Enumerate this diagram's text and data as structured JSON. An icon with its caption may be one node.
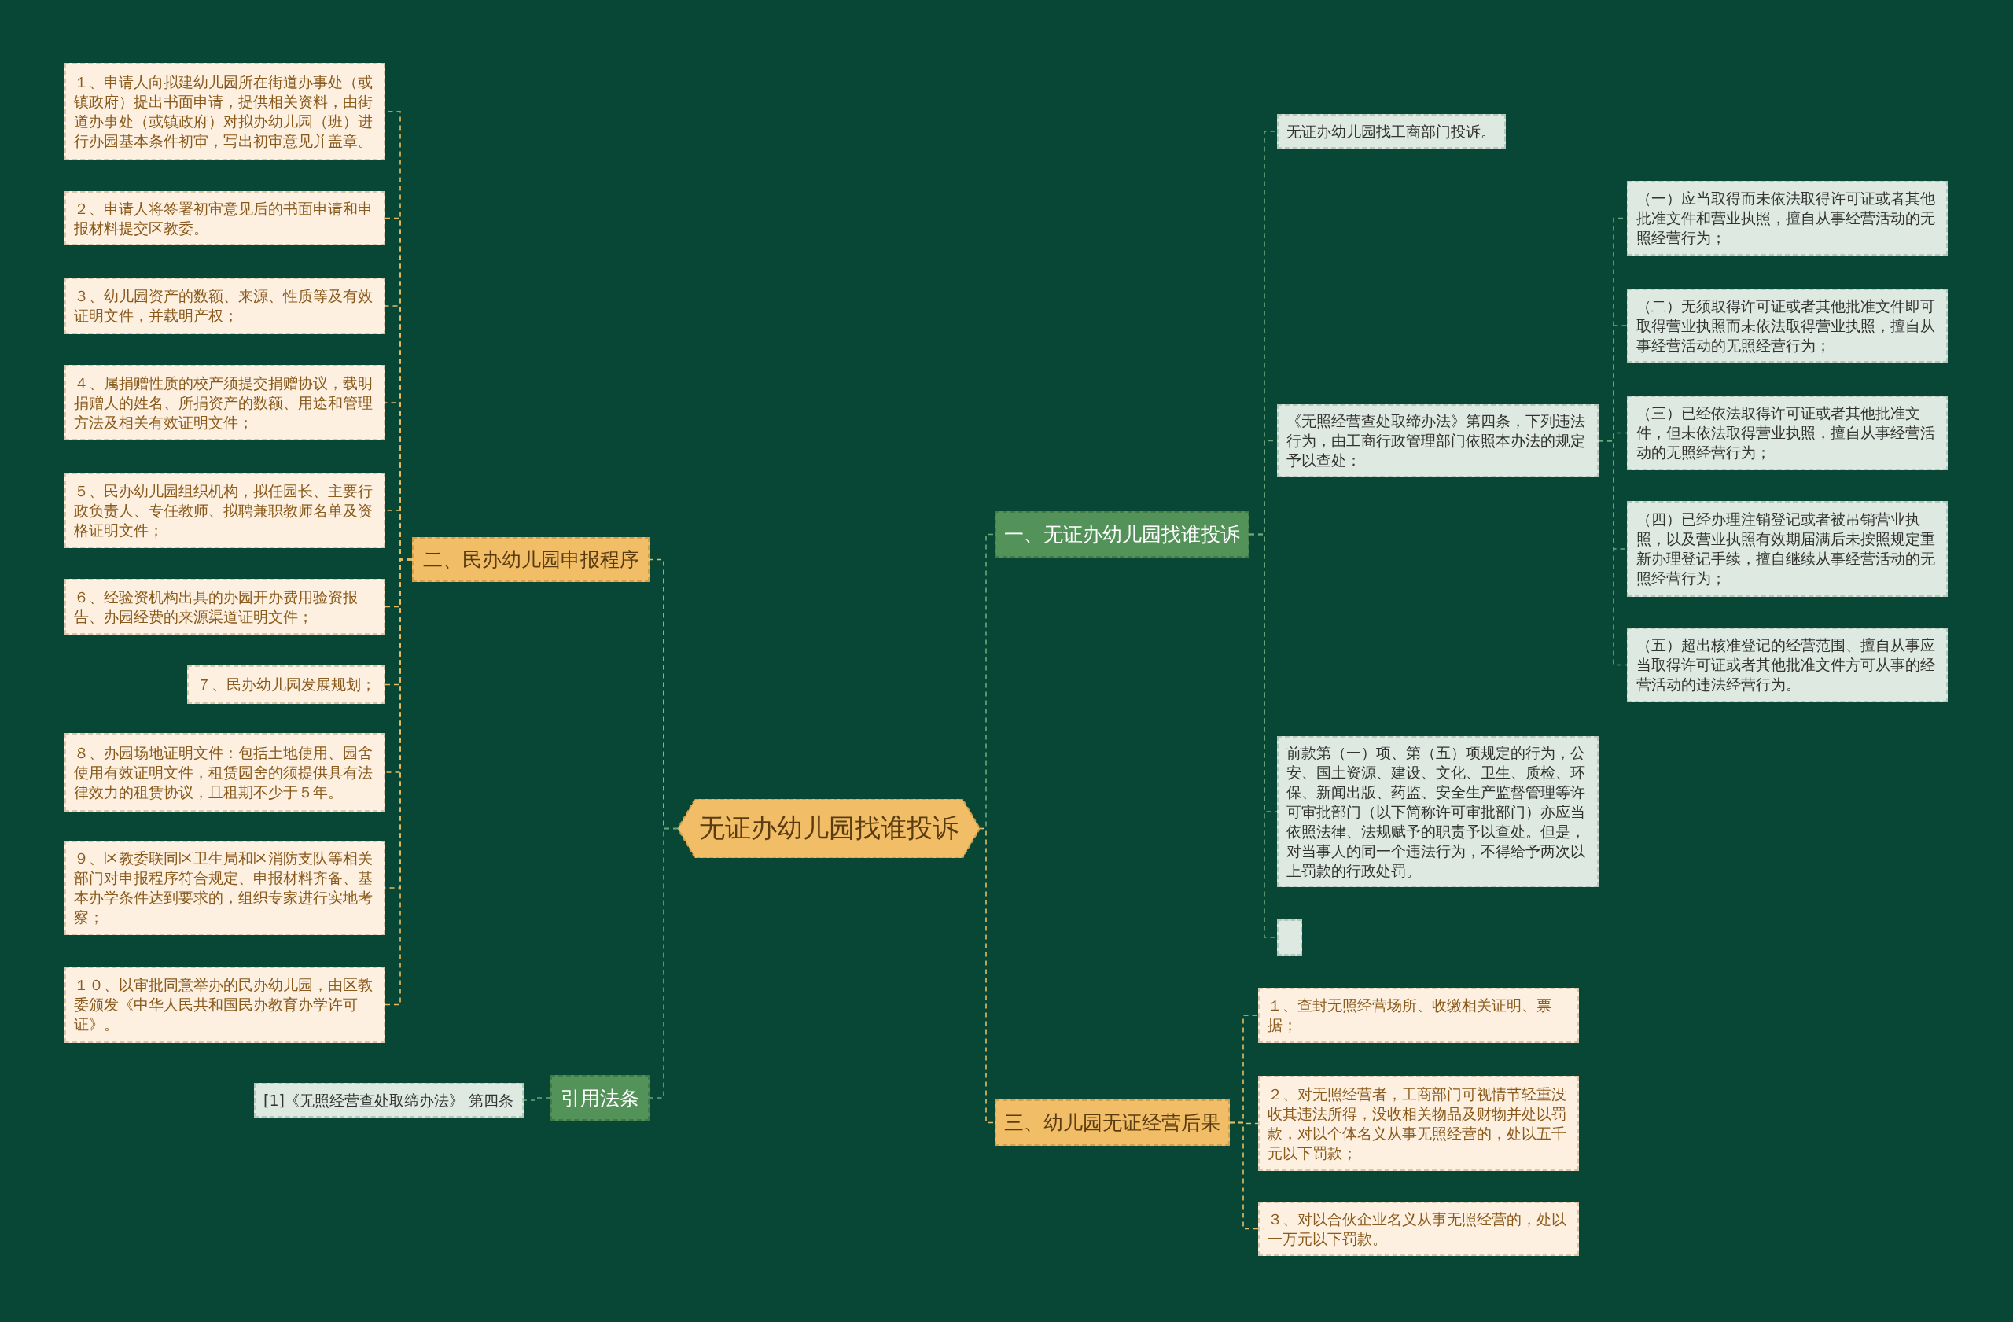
{
  "diagram": {
    "nodes": [
      {
        "text": [
          "无证办幼儿园找谁投诉"
        ]
      },
      {
        "text": [
          "一、无证办幼儿园找谁投诉"
        ]
      },
      {
        "text": [
          "无证办幼儿园找工商部门投诉。"
        ]
      },
      {
        "text": [
          "《无照经营查处取缔办法》第四条，下列违法行为，由工商行政管理部门依照本办法的规定予以查处："
        ]
      },
      {
        "text": [
          "（一）应当取得而未依法取得许可证或者其他批准文件和营业执照，擅自从事经营活动的无照经营行为；"
        ]
      },
      {
        "text": [
          "（二）无须取得许可证或者其他批准文件即可取得营业执照而未依法取得营业执照，擅自从事经营活动的无照经营行为；"
        ]
      },
      {
        "text": [
          "（三）已经依法取得许可证或者其他批准文件，但未依法取得营业执照，擅自从事经营活动的无照经营行为；"
        ]
      },
      {
        "text": [
          "（四）已经办理注销登记或者被吊销营业执照，以及营业执照有效期届满后未按照规定重新办理登记手续，擅自继续从事经营活动的无照经营行为；"
        ]
      },
      {
        "text": [
          "（五）超出核准登记的经营范围、擅自从事应当取得许可证或者其他批准文件方可从事的经营活动的违法经营行为。"
        ]
      },
      {
        "text": [
          "前款第（一）项、第（五）项规定的行为，公安、国土资源、建设、文化、卫生、质检、环保、新闻出版、药监、安全生产监督管理等许可审批部门（以下简称许可审批部门）亦应当依照法律、法规赋予的职责予以查处。但是，对当事人的同一个违法行为，不得给予两次以上罚款的行政处罚。"
        ]
      },
      {
        "text": [],
        "shape": "box"
      },
      {
        "text": [
          "二、民办幼儿园申报程序"
        ]
      },
      {
        "text": [
          "１、申请人向拟建幼儿园所在街道办事处（或镇政府）提出书面申请，提供相关资料，由街道办事处（或镇政府）对拟办幼儿园（班）进行办园基本条件初审，写出初审意见并盖章。"
        ]
      },
      {
        "text": [
          "２、申请人将签署初审意见后的书面申请和申报材料提交区教委。"
        ]
      },
      {
        "text": [
          "３、幼儿园资产的数额、来源、性质等及有效证明文件，并载明产权；"
        ]
      },
      {
        "text": [
          "４、属捐赠性质的校产须提交捐赠协议，载明捐赠人的姓名、所捐资产的数额、用途和管理方法及相关有效证明文件；"
        ]
      },
      {
        "text": [
          "５、民办幼儿园组织机构，拟任园长、主要行政负责人、专任教师、拟聘兼职教师名单及资格证明文件；"
        ]
      },
      {
        "text": [
          "６、经验资机构出具的办园开办费用验资报告、办园经费的来源渠道证明文件；"
        ]
      },
      {
        "text": [
          "７、民办幼儿园发展规划；"
        ]
      },
      {
        "text": [
          "８、办园场地证明文件：包括土地使用、园舍使用有效证明文件，租赁园舍的须提供具有法律效力的租赁协议，且租期不少于５年。"
        ]
      },
      {
        "text": [
          "９、区教委联同区卫生局和区消防支队等相关部门对申报程序符合规定、申报材料齐备、基本办学条件达到要求的，组织专家进行实地考察；"
        ]
      },
      {
        "text": [
          "１０、以审批同意举办的民办幼儿园，由区教委颁发《中华人民共和国民办教育办学许可证》。"
        ]
      },
      {
        "text": [
          "引用法条"
        ]
      },
      {
        "text": [
          "[1]《无照经营查处取缔办法》 第四条"
        ]
      },
      {
        "text": [
          "三、幼儿园无证经营后果"
        ]
      },
      {
        "text": [
          "１、查封无照经营场所、收缴相关证明、票据；"
        ]
      },
      {
        "text": [
          "２、对无照经营者，工商部门可视情节轻重没收其违法所得，没收相关物品及财物并处以罚款，对以个体名义从事无照经营的，处以五千元以下罚款；"
        ]
      },
      {
        "text": [
          "３、对以合伙企业名义从事无照经营的，处以一万元以下罚款。"
        ]
      }
    ],
    "edges": [
      {
        "from": 0,
        "to": 1,
        "arrow": "none",
        "color": "#6fa77c"
      },
      {
        "from": 1,
        "to": 2,
        "arrow": "none",
        "color": "#6fa77c"
      },
      {
        "from": 1,
        "to": 3,
        "arrow": "none",
        "color": "#6fa77c"
      },
      {
        "from": 3,
        "to": 4,
        "arrow": "none",
        "color": "#6fa77c"
      },
      {
        "from": 3,
        "to": 5,
        "arrow": "none",
        "color": "#6fa77c"
      },
      {
        "from": 3,
        "to": 6,
        "arrow": "none",
        "color": "#6fa77c"
      },
      {
        "from": 3,
        "to": 7,
        "arrow": "none",
        "color": "#6fa77c"
      },
      {
        "from": 3,
        "to": 8,
        "arrow": "none",
        "color": "#6fa77c"
      },
      {
        "from": 1,
        "to": 9,
        "arrow": "none",
        "color": "#6fa77c"
      },
      {
        "from": 1,
        "to": 10,
        "arrow": "none",
        "color": "#6fa77c"
      },
      {
        "from": 0,
        "to": 11,
        "arrow": "none"
      },
      {
        "from": 11,
        "to": 12,
        "arrow": "none"
      },
      {
        "from": 11,
        "to": 13,
        "arrow": "none"
      },
      {
        "from": 11,
        "to": 14,
        "arrow": "none"
      },
      {
        "from": 11,
        "to": 15,
        "arrow": "none"
      },
      {
        "from": 11,
        "to": 16,
        "arrow": "none"
      },
      {
        "from": 11,
        "to": 17,
        "arrow": "none"
      },
      {
        "from": 11,
        "to": 18,
        "arrow": "none"
      },
      {
        "from": 11,
        "to": 19,
        "arrow": "none"
      },
      {
        "from": 11,
        "to": 20,
        "arrow": "none"
      },
      {
        "from": 11,
        "to": 21,
        "arrow": "none"
      },
      {
        "from": 0,
        "to": 22,
        "arrow": "none",
        "color": "#6fa77c"
      },
      {
        "from": 22,
        "to": 23,
        "arrow": "none",
        "color": "#6fa77c"
      },
      {
        "from": 0,
        "to": 24,
        "arrow": "none"
      },
      {
        "from": 24,
        "to": 25,
        "arrow": "none"
      },
      {
        "from": 24,
        "to": 26,
        "arrow": "none"
      },
      {
        "from": 24,
        "to": 27,
        "arrow": "none"
      }
    ]
  }
}
